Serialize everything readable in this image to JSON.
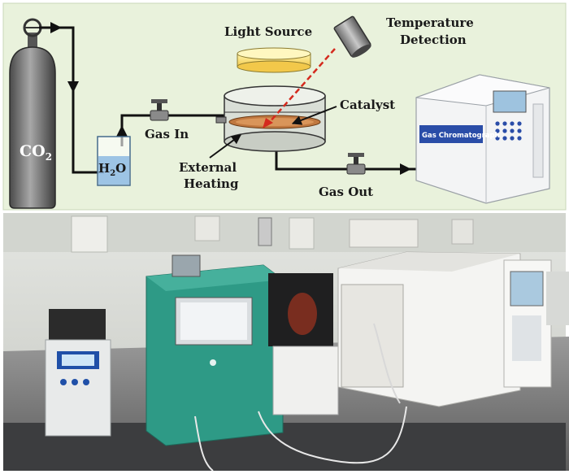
{
  "labels": {
    "co2": "CO",
    "co2_sub": "2",
    "h2o_h": "H",
    "h2o_sub": "2",
    "h2o_o": "O",
    "light_source": "Light Source",
    "temperature": "Temperature",
    "detection": "Detection",
    "catalyst": "Catalyst",
    "gas_in": "Gas In",
    "external": "External",
    "heating": "Heating",
    "gas_out": "Gas Out",
    "gas_chromatograph": "Gas Chromatograph"
  },
  "colors": {
    "diagram_bg": "#e9f2dc",
    "pipe": "#111111",
    "laser": "#d42a1e",
    "gc_panel": "#2a4da8",
    "reactor_green": "#2e9a86"
  }
}
